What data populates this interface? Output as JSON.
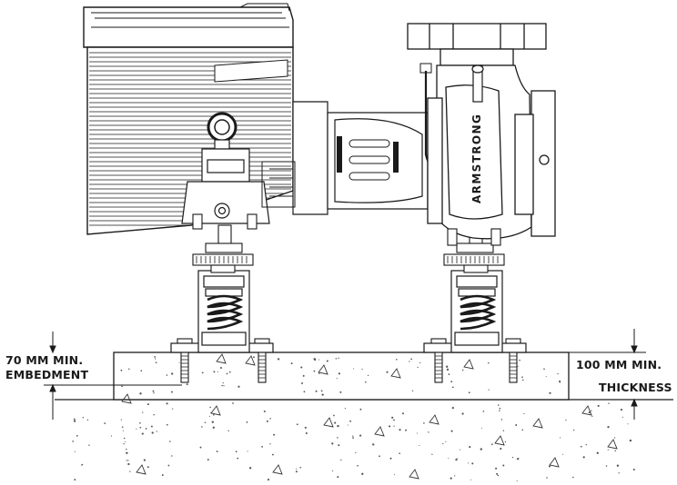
{
  "annotations": {
    "embedment": {
      "line1": "70 MM MIN.",
      "line2": "EMBEDMENT"
    },
    "thickness": {
      "line1": "100 MM MIN.",
      "line2": "THICKNESS"
    }
  },
  "pump": {
    "brand_text": "ARMSTRONG"
  },
  "colors": {
    "ink": "#1a1a1a",
    "paper": "#ffffff",
    "concrete_speckle": "#555555"
  },
  "icons": {
    "lifting-eye": "circle-ring",
    "spring-isolator": "coil-spring",
    "anchor-bolt": "threaded-rod"
  }
}
